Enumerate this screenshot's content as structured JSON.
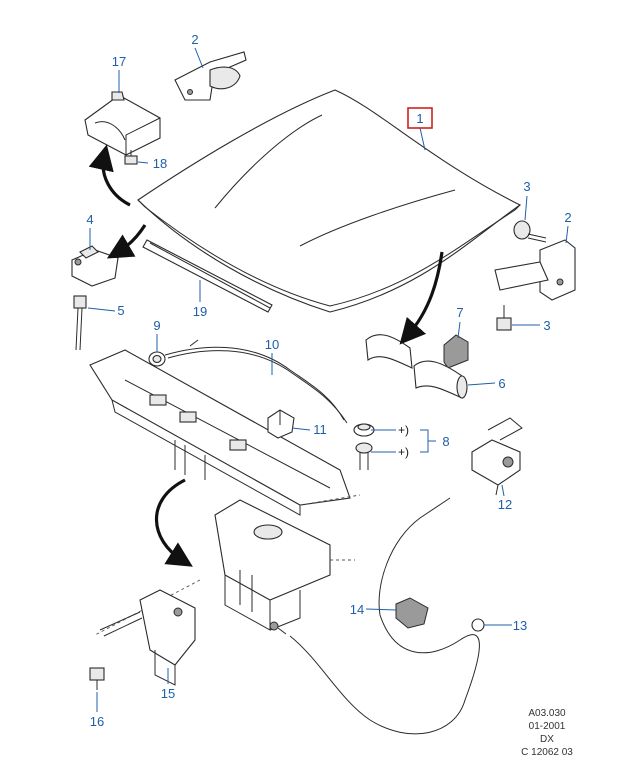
{
  "diagram": {
    "callouts": {
      "c1": "1",
      "c2a": "2",
      "c2b": "2",
      "c3a": "3",
      "c3b": "3",
      "c4": "4",
      "c5": "5",
      "c6": "6",
      "c7": "7",
      "c8": "8",
      "c9": "9",
      "c10": "10",
      "c11": "11",
      "c12": "12",
      "c13": "13",
      "c14": "14",
      "c15": "15",
      "c16": "16",
      "c17": "17",
      "c18": "18",
      "c19": "19"
    },
    "markers": {
      "m1": "+)",
      "m2": "+)"
    },
    "reference": {
      "line1": "A03.030",
      "line2": "01-2001",
      "line3": "DX",
      "line4": "C 12062 03"
    },
    "colors": {
      "callout": "#1f5fa8",
      "highlight_box": "#cc2222",
      "line": "#2b2b2b"
    }
  }
}
